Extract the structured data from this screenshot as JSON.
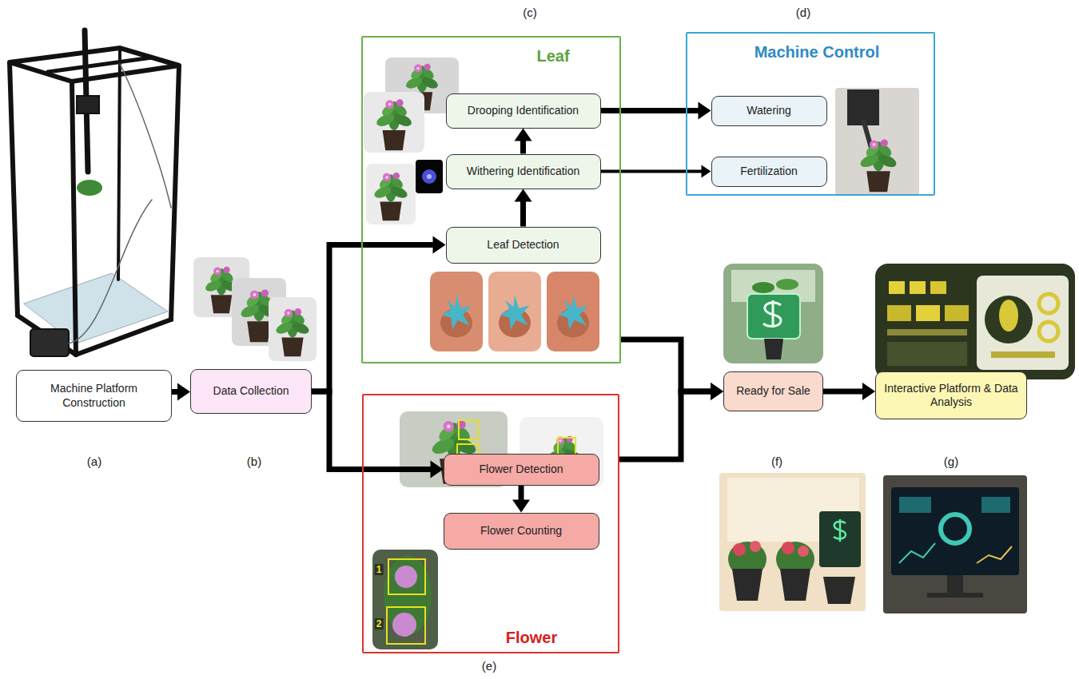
{
  "diagram": {
    "nodes": [
      {
        "text": [
          "Machine Platform Construction"
        ]
      },
      {
        "text": [
          "Data Collection"
        ]
      },
      {
        "text": [
          "Leaf"
        ]
      },
      {
        "text": [
          "Drooping Identification"
        ],
        "in": 2
      },
      {
        "text": [
          "Withering Identification"
        ],
        "in": 2
      },
      {
        "text": [
          "Leaf Detection"
        ],
        "in": 2
      },
      {
        "text": [
          "Machine Control"
        ]
      },
      {
        "text": [
          "Watering"
        ],
        "in": 6
      },
      {
        "text": [
          "Fertilization"
        ],
        "in": 6
      },
      {
        "text": [
          "Flower"
        ]
      },
      {
        "text": [
          "Flower Detection"
        ],
        "in": 9
      },
      {
        "text": [
          "Flower Counting"
        ],
        "in": 9
      },
      {
        "text": [
          "Ready for Sale"
        ]
      },
      {
        "text": [
          "Interactive Platform & Data Analysis"
        ]
      }
    ],
    "edges": [
      {
        "from": 0,
        "to": 1,
        "arrow": "to"
      },
      {
        "from": 1,
        "to": 5,
        "arrow": "to"
      },
      {
        "from": 1,
        "to": 10,
        "arrow": "to"
      },
      {
        "from": 5,
        "to": 4,
        "arrow": "to"
      },
      {
        "from": 4,
        "to": 3,
        "arrow": "to"
      },
      {
        "from": 3,
        "to": 7,
        "arrow": "to"
      },
      {
        "from": 4,
        "to": 8,
        "arrow": "to"
      },
      {
        "from": 2,
        "to": 12,
        "arrow": "to"
      },
      {
        "from": 9,
        "to": 12,
        "arrow": "to"
      },
      {
        "from": 10,
        "to": 11,
        "arrow": "to"
      },
      {
        "from": 12,
        "to": 13,
        "arrow": "to"
      }
    ],
    "labels": [
      "(a)",
      "(b)",
      "(c)",
      "(d)",
      "(e)",
      "(f)",
      "(g)",
      "1",
      "2"
    ]
  }
}
